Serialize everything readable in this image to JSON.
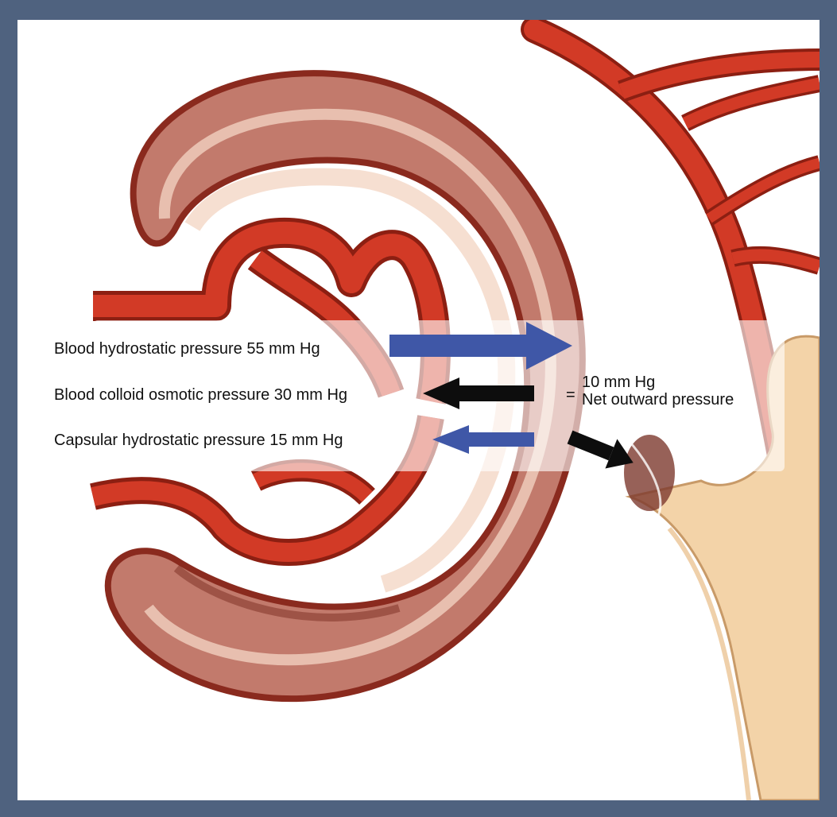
{
  "colors": {
    "background_border": "#4f627f",
    "capsule_tissue": "#c27a6c",
    "capsule_outline": "#8a2a1e",
    "capsule_lining": "#f4d7c6",
    "vessel_red": "#d23a26",
    "vessel_dark": "#8c1f12",
    "tubule_tan": "#f3d3a8",
    "band_white": "#ffffff",
    "arrow_blue": "#3f57a7",
    "arrow_black": "#0d0d0d"
  },
  "labels": {
    "blood_hydrostatic": "Blood hydrostatic pressure 55 mm Hg",
    "blood_colloid": "Blood colloid osmotic pressure 30 mm Hg",
    "capsular_hydrostatic": "Capsular hydrostatic pressure 15 mm Hg",
    "equals": "=",
    "net_value": "10 mm Hg",
    "net_label": "Net outward pressure"
  },
  "icons": {
    "outward_arrow": "blue-arrow-right",
    "colloid_arrow": "black-arrow-left",
    "capsular_arrow": "blue-arrow-left",
    "net_arrow": "black-arrow-diagonal"
  }
}
